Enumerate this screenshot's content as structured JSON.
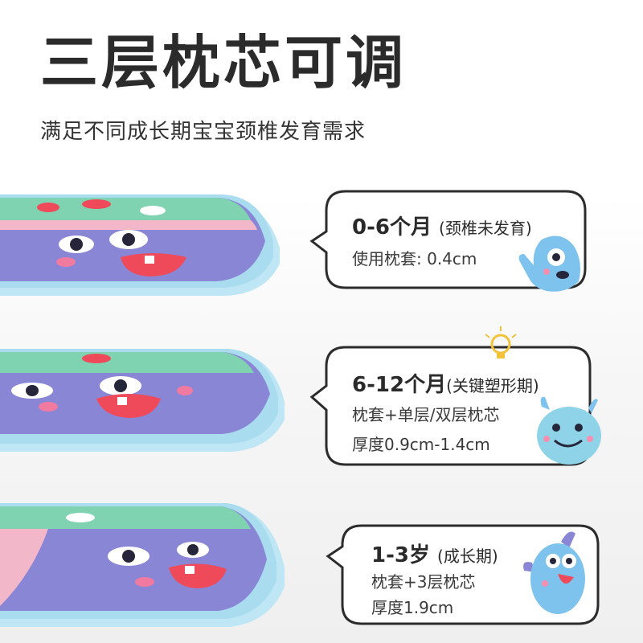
{
  "title": "三层枕芯可调",
  "subtitle": "满足不同成长期宝宝颈椎发育需求",
  "stages": [
    {
      "head": "0-6个月",
      "note": "(颈椎未发育)",
      "lines": [
        "使用枕套: 0.4cm"
      ]
    },
    {
      "head": "6-12个月",
      "note": "(关键塑形期)",
      "lines": [
        "枕套+单层/双层枕芯",
        "厚度0.9cm-1.4cm"
      ]
    },
    {
      "head": "1-3岁",
      "note": "(成长期)",
      "lines": [
        "枕套+3层枕芯",
        "厚度1.9cm"
      ]
    }
  ],
  "colors": {
    "pillow_purple": "#8a86d6",
    "pillow_green": "#7fd3b0",
    "pillow_edge": "#a9dcef",
    "mouth_red": "#ee4a5a",
    "monster_blue": "#7ec3ee",
    "monster_teal": "#8fd3e8",
    "bulb_yellow": "#f2c23a"
  },
  "icons": [
    "monster-icon",
    "lightbulb-icon",
    "speech-bubble"
  ]
}
